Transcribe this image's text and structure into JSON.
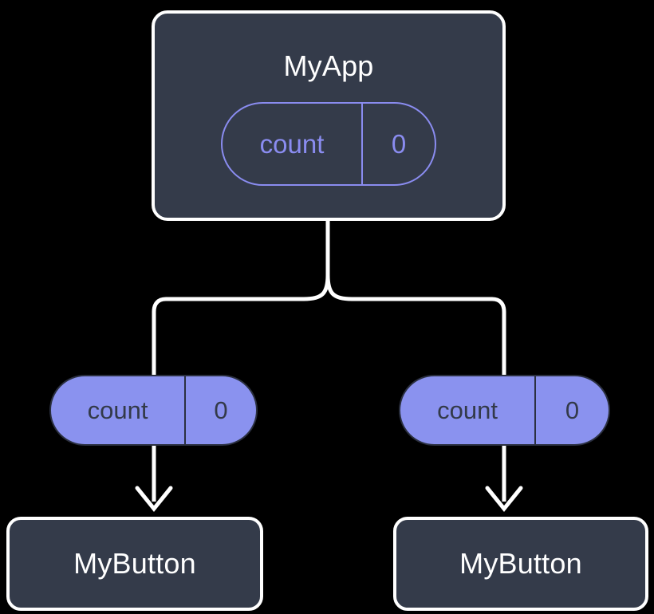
{
  "diagram": {
    "type": "component-state-tree",
    "background_color": "#000000",
    "title_text": "MyApp",
    "nodes": [
      {
        "id": "myapp",
        "label": "MyApp",
        "kind": "component-box",
        "fill": "#343b4a",
        "stroke": "#ffffff",
        "state": {
          "key": "count",
          "value": "0",
          "style": "outlined",
          "color": "#8a8cf0"
        }
      },
      {
        "id": "mybutton-left",
        "label": "MyButton",
        "kind": "component-box",
        "fill": "#343b4a",
        "stroke": "#ffffff"
      },
      {
        "id": "mybutton-right",
        "label": "MyButton",
        "kind": "component-box",
        "fill": "#343b4a",
        "stroke": "#ffffff"
      }
    ],
    "props": [
      {
        "id": "prop-left",
        "key": "count",
        "value": "0",
        "style": "filled",
        "fill": "#8a92ef",
        "text_color": "#333a49"
      },
      {
        "id": "prop-right",
        "key": "count",
        "value": "0",
        "style": "filled",
        "fill": "#8a92ef",
        "text_color": "#333a49"
      }
    ],
    "edges": [
      {
        "from": "myapp",
        "to": "prop-left",
        "style": "rounded-elbow",
        "color": "#ffffff",
        "arrow": false
      },
      {
        "from": "myapp",
        "to": "prop-right",
        "style": "rounded-elbow",
        "color": "#ffffff",
        "arrow": false
      },
      {
        "from": "prop-left",
        "to": "mybutton-left",
        "style": "straight",
        "color": "#ffffff",
        "arrow": true
      },
      {
        "from": "prop-right",
        "to": "mybutton-right",
        "style": "straight",
        "color": "#ffffff",
        "arrow": true
      }
    ]
  },
  "labels": {
    "myapp_title": "MyApp",
    "mybutton_left_title": "MyButton",
    "mybutton_right_title": "MyButton",
    "count_key": "count",
    "count_value": "0"
  },
  "colors": {
    "background": "#000000",
    "card_fill": "#343b4a",
    "card_stroke": "#ffffff",
    "accent_periwinkle": "#8a8cf0",
    "pill_fill": "#8a92ef",
    "pill_text": "#333a49",
    "edge": "#ffffff"
  }
}
